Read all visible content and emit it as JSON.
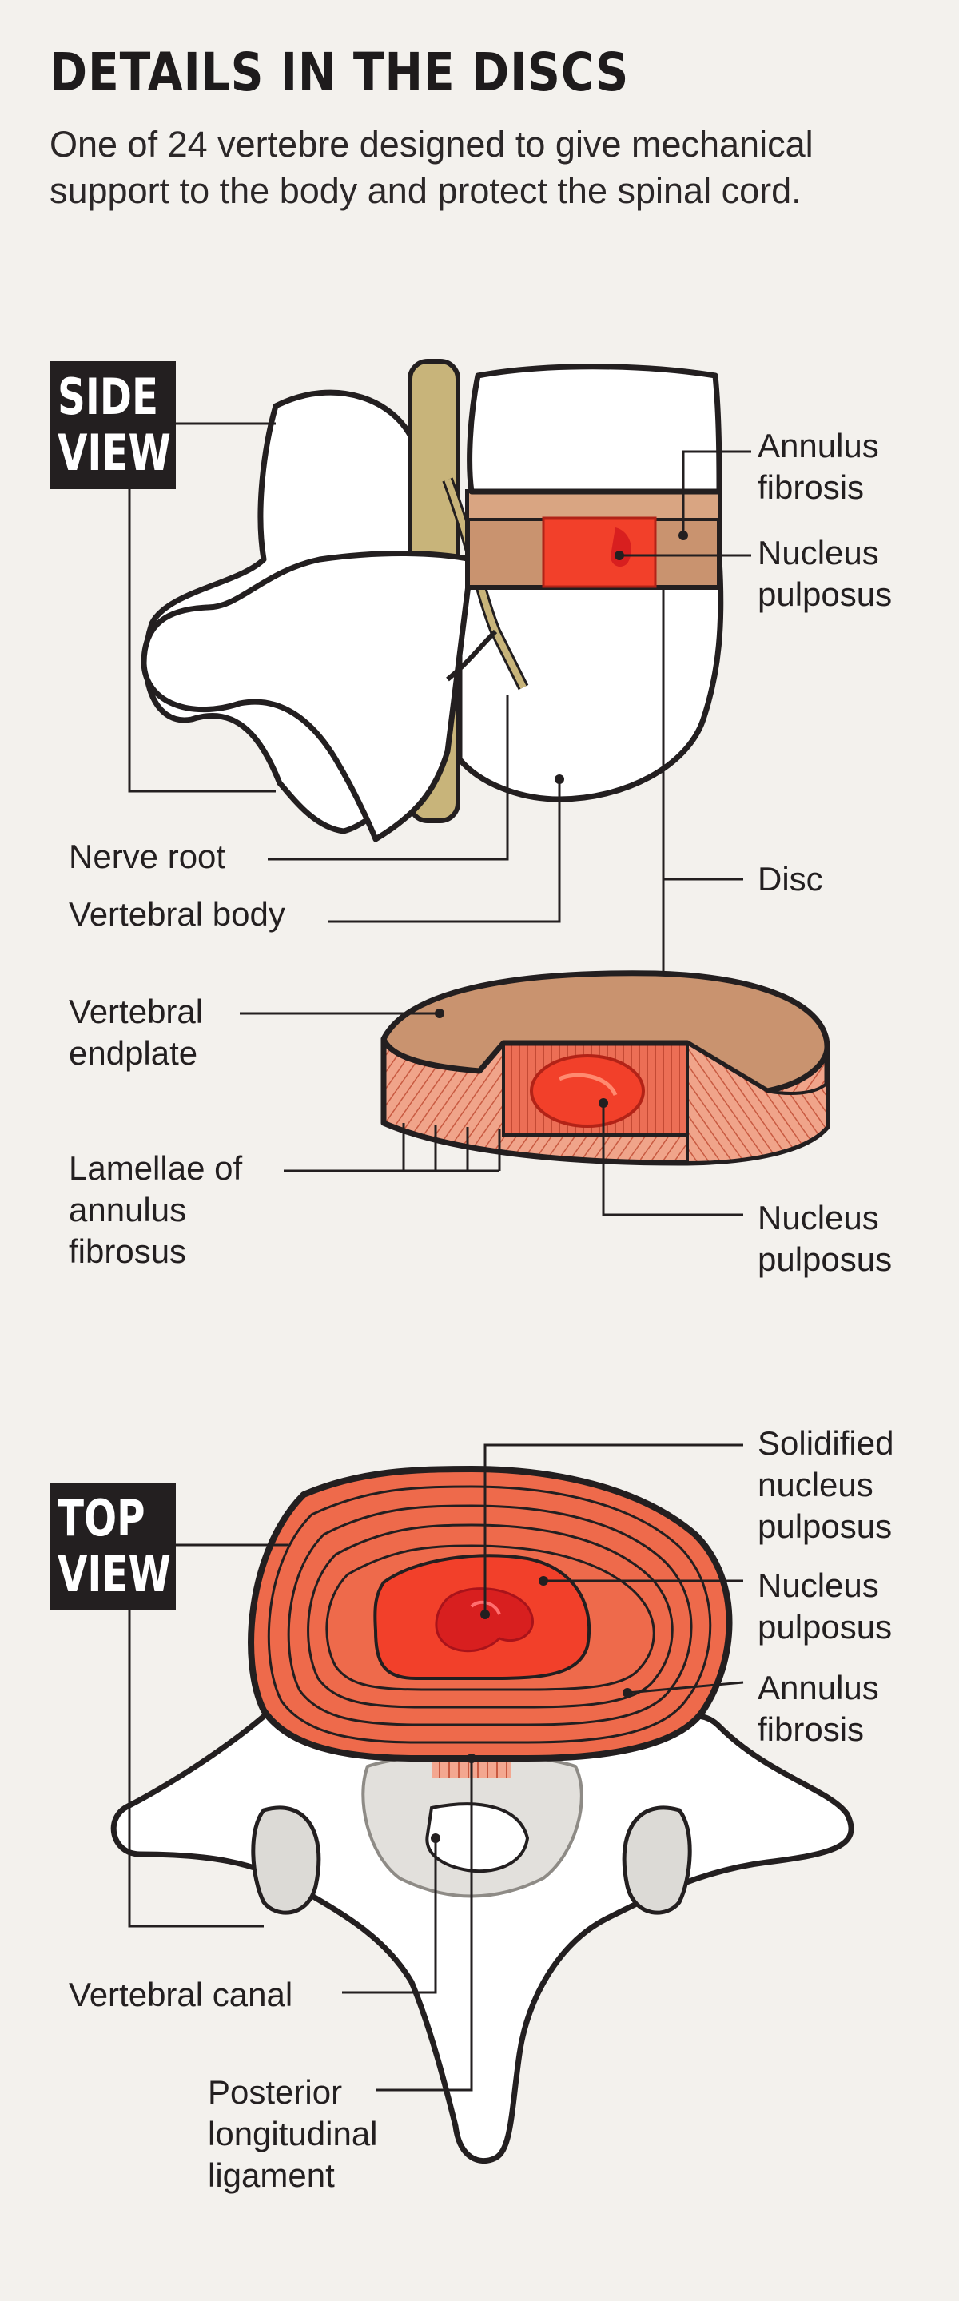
{
  "header": {
    "title": "DETAILS IN THE DISCS",
    "subtitle": "One of 24 vertebre designed to give mechanical support to the body and protect the spinal cord."
  },
  "side_view": {
    "badge_line1": "SIDE",
    "badge_line2": "VIEW",
    "labels": {
      "annulus_line1": "Annulus",
      "annulus_line2": "fibrosis",
      "nucleus_line1": "Nucleus",
      "nucleus_line2": "pulposus",
      "nerve_root": "Nerve root",
      "vertebral_body": "Vertebral body",
      "disc": "Disc",
      "endplate_line1": "Vertebral",
      "endplate_line2": "endplate",
      "lamellae_line1": "Lamellae of",
      "lamellae_line2": "annulus",
      "lamellae_line3": "fibrosus",
      "disc_nucleus_line1": "Nucleus",
      "disc_nucleus_line2": "pulposus"
    }
  },
  "top_view": {
    "badge_line1": "TOP",
    "badge_line2": "VIEW",
    "labels": {
      "solidified_line1": "Solidified",
      "solidified_line2": "nucleus",
      "solidified_line3": "pulposus",
      "nucleus_line1": "Nucleus",
      "nucleus_line2": "pulposus",
      "annulus_line1": "Annulus",
      "annulus_line2": "fibrosis",
      "canal": "Vertebral canal",
      "ligament_line1": "Posterior",
      "ligament_line2": "longitudinal",
      "ligament_line3": "ligament"
    }
  },
  "colors": {
    "background": "#f3f1ed",
    "ink": "#231f20",
    "bone": "#ffffff",
    "disc_tan": "#c9936f",
    "annulus_red": "#ee6a4b",
    "nucleus_red": "#f2402a",
    "solid_core": "#d81f1f",
    "nerve": "#c8b47a"
  }
}
